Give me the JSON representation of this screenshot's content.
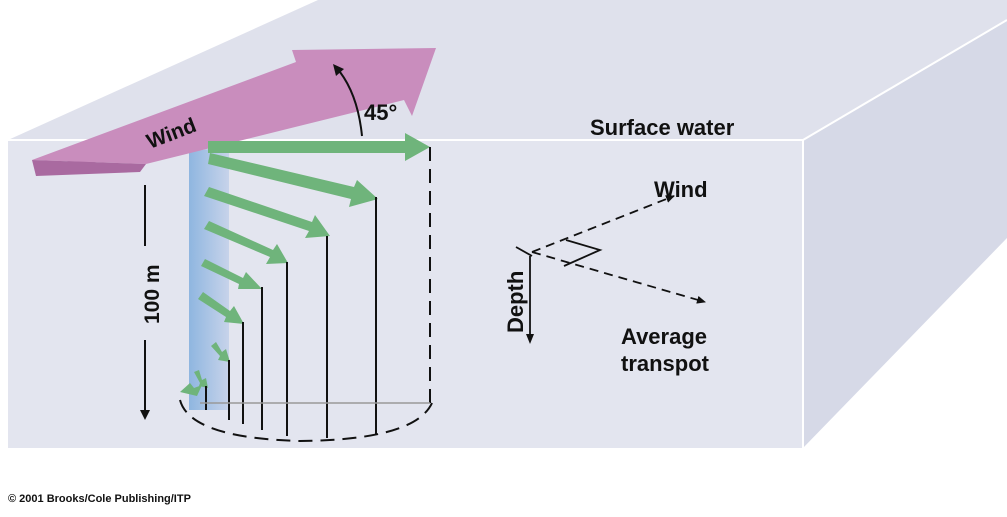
{
  "labels": {
    "wind_main": "Wind",
    "angle": "45°",
    "surface_water": "Surface water",
    "depth_scale": "100 m",
    "inset_wind": "Wind",
    "inset_depth": "Depth",
    "inset_average": "Average",
    "inset_transport": "transpot"
  },
  "copyright": "© 2001 Brooks/Cole Publishing/ITP",
  "colors": {
    "water_top": "#dfe1ec",
    "water_front": "#e3e5ef",
    "water_side": "#d5d8e6",
    "wind_arrow": "#c98dbd",
    "transport_arrows": "#6fb47b",
    "depth_column": "#8fb7de"
  }
}
